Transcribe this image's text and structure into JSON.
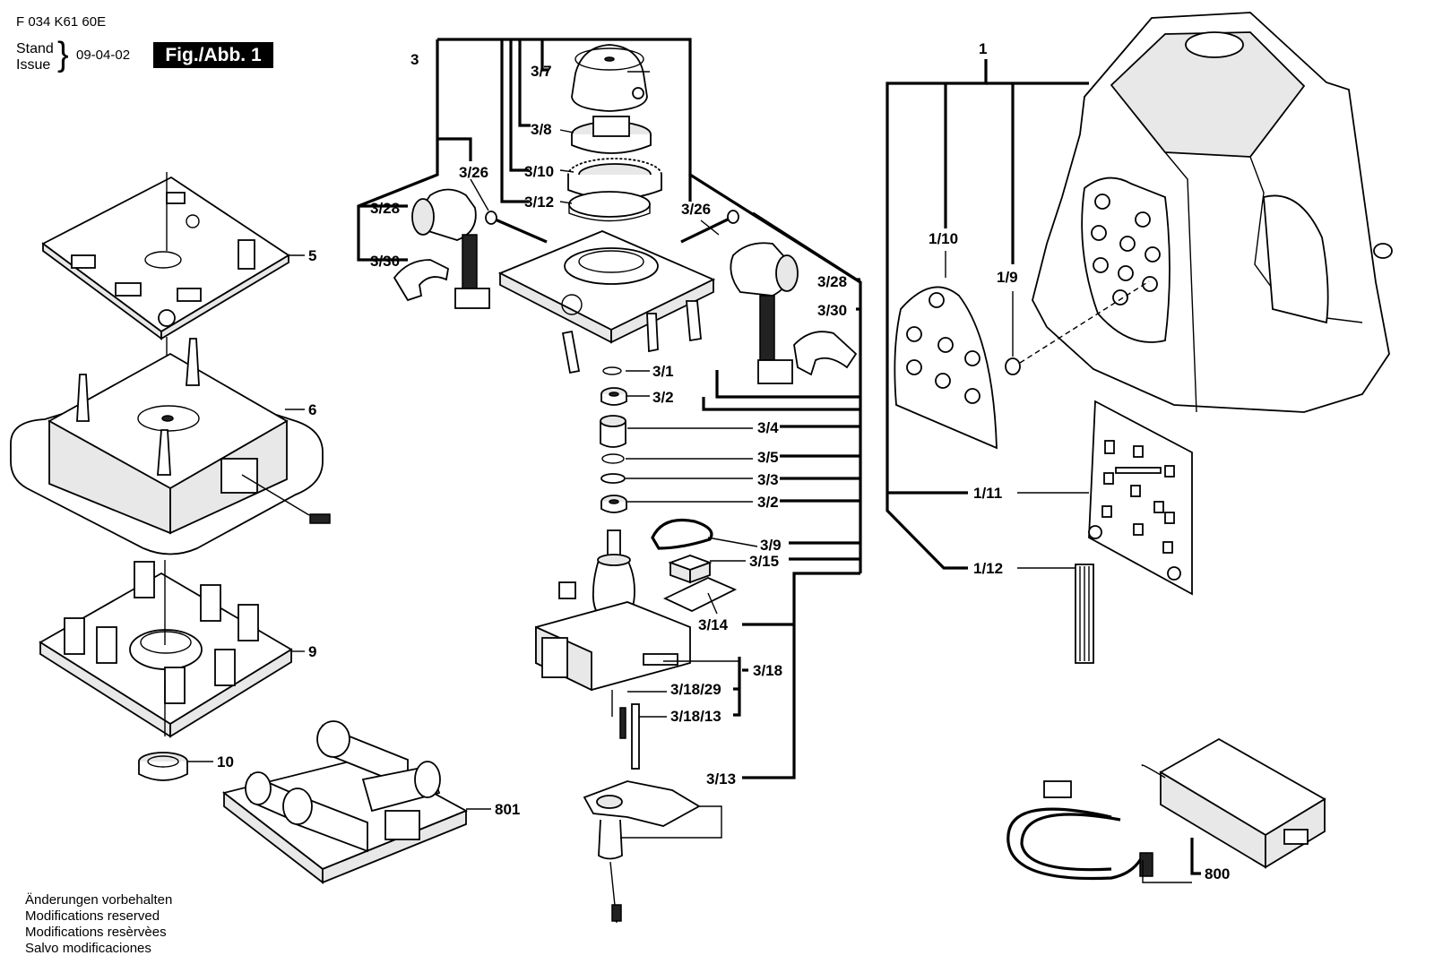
{
  "header": {
    "doc_code": "F 034 K61 60E",
    "stand": "Stand",
    "issue": "Issue",
    "brace": "}",
    "date": "09-04-02",
    "figure": "Fig./Abb. 1"
  },
  "notes": [
    "Änderungen vorbehalten",
    "Modifications reserved",
    "Modifications resèrvèes",
    "Salvo modificaciones"
  ],
  "labels": {
    "p1": "1",
    "p1_9": "1/9",
    "p1_10": "1/10",
    "p1_11": "1/11",
    "p1_12": "1/12",
    "p3": "3",
    "p3_1": "3/1",
    "p3_2a": "3/2",
    "p3_2b": "3/2",
    "p3_3": "3/3",
    "p3_4": "3/4",
    "p3_5": "3/5",
    "p3_7": "3/7",
    "p3_8": "3/8",
    "p3_9": "3/9",
    "p3_10": "3/10",
    "p3_12": "3/12",
    "p3_13": "3/13",
    "p3_14": "3/14",
    "p3_15": "3/15",
    "p3_18": "3/18",
    "p3_18_13": "3/18/13",
    "p3_18_29": "3/18/29",
    "p3_26a": "3/26",
    "p3_26b": "3/26",
    "p3_28a": "3/28",
    "p3_28b": "3/28",
    "p3_30a": "3/30",
    "p3_30b": "3/30",
    "p5": "5",
    "p6": "6",
    "p9": "9",
    "p10": "10",
    "p800": "800",
    "p801": "801"
  }
}
